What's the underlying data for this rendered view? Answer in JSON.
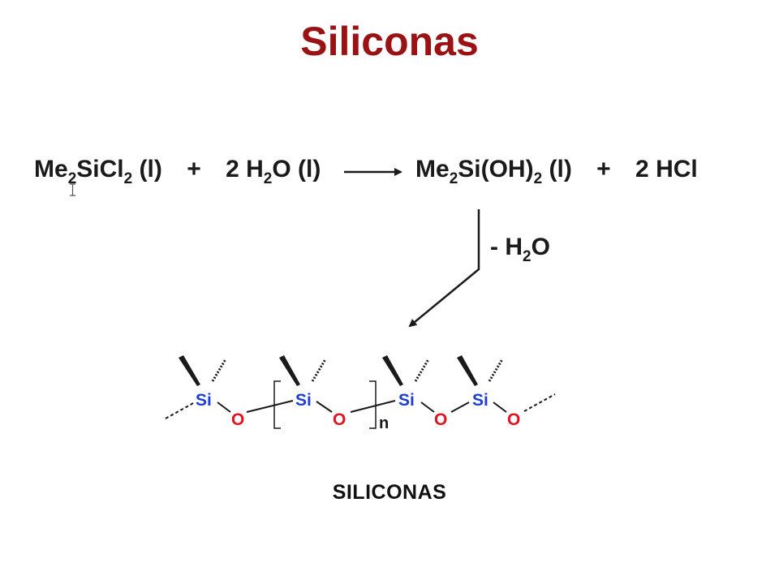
{
  "slide": {
    "title": "Siliconas",
    "reaction": {
      "reactant1": {
        "text": "Me",
        "sub": "2",
        "rest": "SiCl",
        "sub2": "2",
        "state": " (l)"
      },
      "plus1": "+",
      "reactant2": {
        "coef": "2 H",
        "sub": "2",
        "rest": "O (l)"
      },
      "product1": {
        "text": "Me",
        "sub": "2",
        "rest": "Si(OH)",
        "sub2": "2",
        "state": " (l)"
      },
      "plus2": "+",
      "product2": "2 HCl"
    },
    "condition": {
      "prefix": "- H",
      "sub": "2",
      "rest": "O"
    },
    "polymer": {
      "silicon_label": "Si",
      "oxygen_label": "O",
      "repeat_label": "n",
      "silicon_color": "#1f3fd0",
      "oxygen_color": "#e0141e"
    },
    "caption": "SILICONAS",
    "colors": {
      "title": "#9b1214",
      "text": "#1a1a1a"
    }
  }
}
